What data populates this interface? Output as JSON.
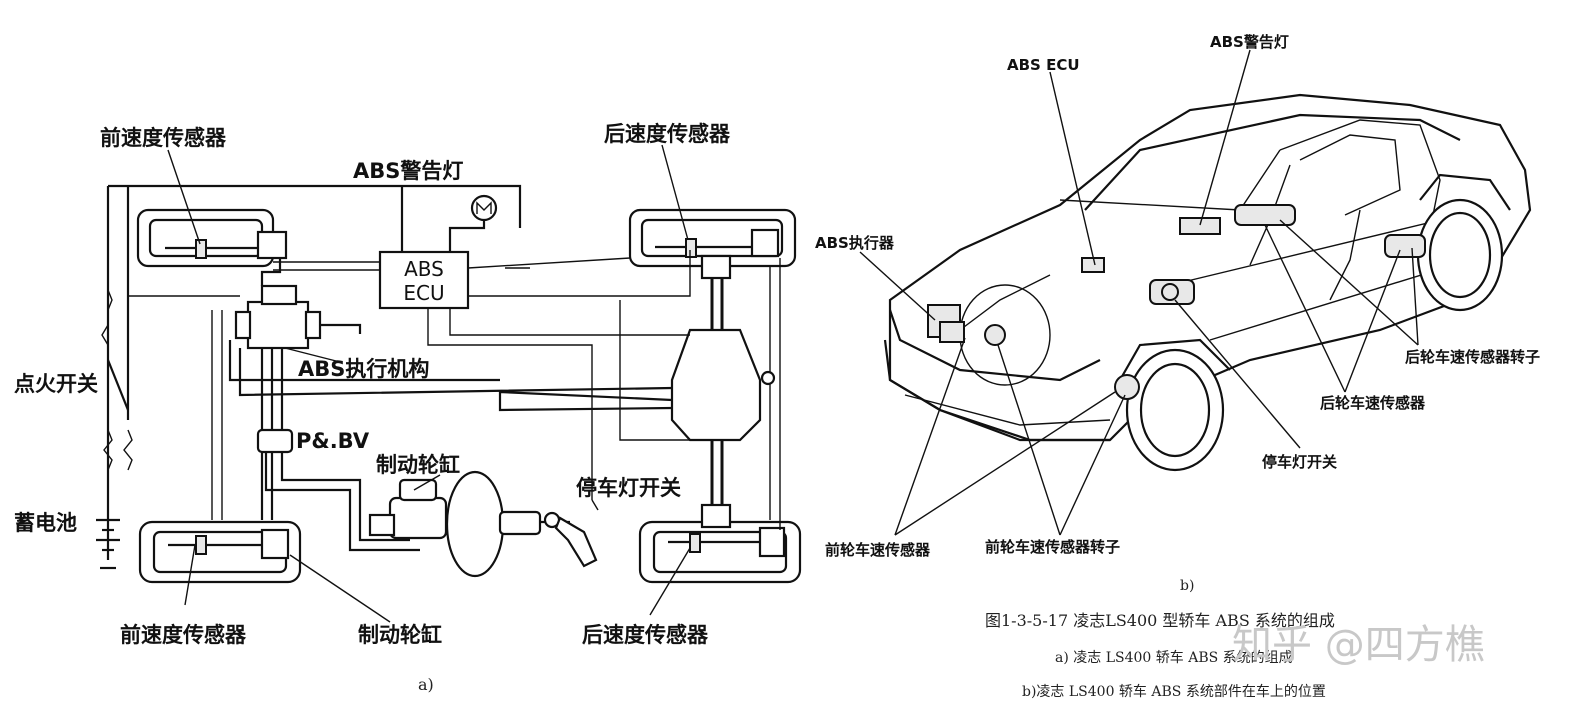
{
  "panel_a": {
    "front_speed_sensor_top": "前速度传感器",
    "rear_speed_sensor_top": "后速度传感器",
    "abs_warning_lamp": "ABS警告灯",
    "ecu_line1": "ABS",
    "ecu_line2": "ECU",
    "ignition_switch": "点火开关",
    "abs_actuator": "ABS执行机构",
    "pbv": "P&.BV",
    "brake_cylinder_mid": "制动轮缸",
    "stop_lamp_switch": "停车灯开关",
    "battery": "蓄电池",
    "front_speed_sensor_bottom": "前速度传感器",
    "brake_cylinder_bottom": "制动轮缸",
    "rear_speed_sensor_bottom": "后速度传感器",
    "sub_label": "a)"
  },
  "panel_b": {
    "abs_ecu": "ABS ECU",
    "abs_warning_lamp": "ABS警告灯",
    "abs_actuator": "ABS执行器",
    "rear_sensor_rotor": "后轮车速传感器转子",
    "rear_wheel_sensor": "后轮车速传感器",
    "stop_lamp_switch": "停车灯开关",
    "front_wheel_sensor": "前轮车速传感器",
    "front_sensor_rotor": "前轮车速传感器转子",
    "sub_label": "b)"
  },
  "caption": {
    "figure_title": "图1-3-5-17  凌志LS400 型轿车 ABS 系统的组成",
    "line_a": "a)    凌志 LS400 轿车 ABS 系统的组成",
    "line_b": "b)凌志 LS400 轿车 ABS 系统部件在车上的位置"
  },
  "watermark": "知乎 @四方樵"
}
